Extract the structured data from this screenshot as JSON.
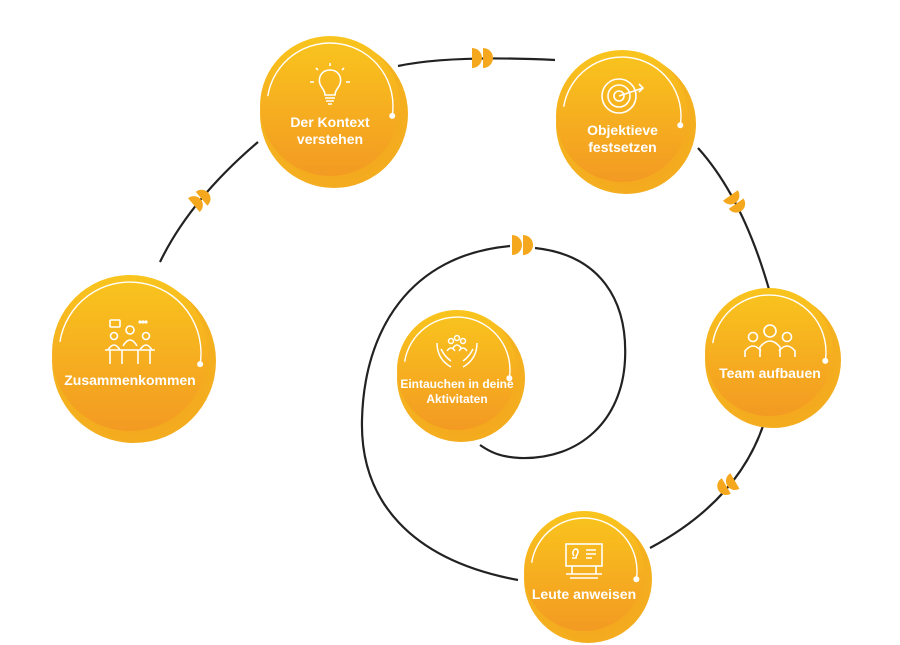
{
  "colors": {
    "orange_dark": "#f5a623",
    "orange_light": "#f9c21c",
    "shadow": "#e98d1c",
    "track": "#222222",
    "marker": "#f5a81d"
  },
  "steps": [
    {
      "id": "zusammenkommen",
      "label": "Zusammenkommen",
      "icon": "meeting-icon"
    },
    {
      "id": "kontext",
      "label": "Der Kontext\nverstehen",
      "icon": "lightbulb-icon"
    },
    {
      "id": "objektieve",
      "label": "Objektieve\nfestsetzen",
      "icon": "target-icon"
    },
    {
      "id": "team",
      "label": "Team aufbauen",
      "icon": "team-icon"
    },
    {
      "id": "leute",
      "label": "Leute anweisen",
      "icon": "presentation-icon"
    },
    {
      "id": "eintauchen",
      "label": "Eintauchen in deine\nAktivitaten",
      "icon": "hands-people-icon"
    }
  ]
}
